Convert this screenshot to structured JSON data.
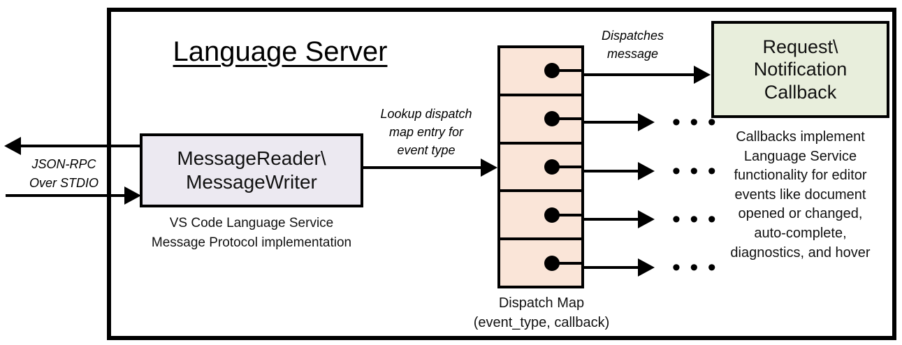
{
  "diagram": {
    "title": "Language Server",
    "frame_color": "#000000"
  },
  "message_io": {
    "box_line1": "MessageReader\\",
    "box_line2": "MessageWriter",
    "box_fill": "#ece9f1",
    "caption_line1": "VS Code Language Service",
    "caption_line2": "Message Protocol implementation",
    "transport_label_line1": "JSON-RPC",
    "transport_label_line2": "Over STDIO"
  },
  "lookup": {
    "label_line1": "Lookup dispatch",
    "label_line2": "map entry for",
    "label_line3": "event type"
  },
  "dispatch_map": {
    "fill": "#fae5d8",
    "caption_line1": "Dispatch Map",
    "caption_line2": "(event_type, callback)",
    "cells": [
      {
        "id": "entry-1"
      },
      {
        "id": "entry-2"
      },
      {
        "id": "entry-3"
      },
      {
        "id": "entry-4"
      },
      {
        "id": "entry-5"
      }
    ],
    "ellipsis": "• • •"
  },
  "dispatch": {
    "label_line1": "Dispatches",
    "label_line2": "message"
  },
  "callback": {
    "box_line1": "Request\\",
    "box_line2": "Notification",
    "box_line3": "Callback",
    "box_fill": "#e8eedc",
    "caption_line1": "Callbacks implement",
    "caption_line2": "Language Service",
    "caption_line3": "functionality for editor",
    "caption_line4": "events like document",
    "caption_line5": "opened or changed,",
    "caption_line6": "auto-complete,",
    "caption_line7": "diagnostics, and hover"
  }
}
